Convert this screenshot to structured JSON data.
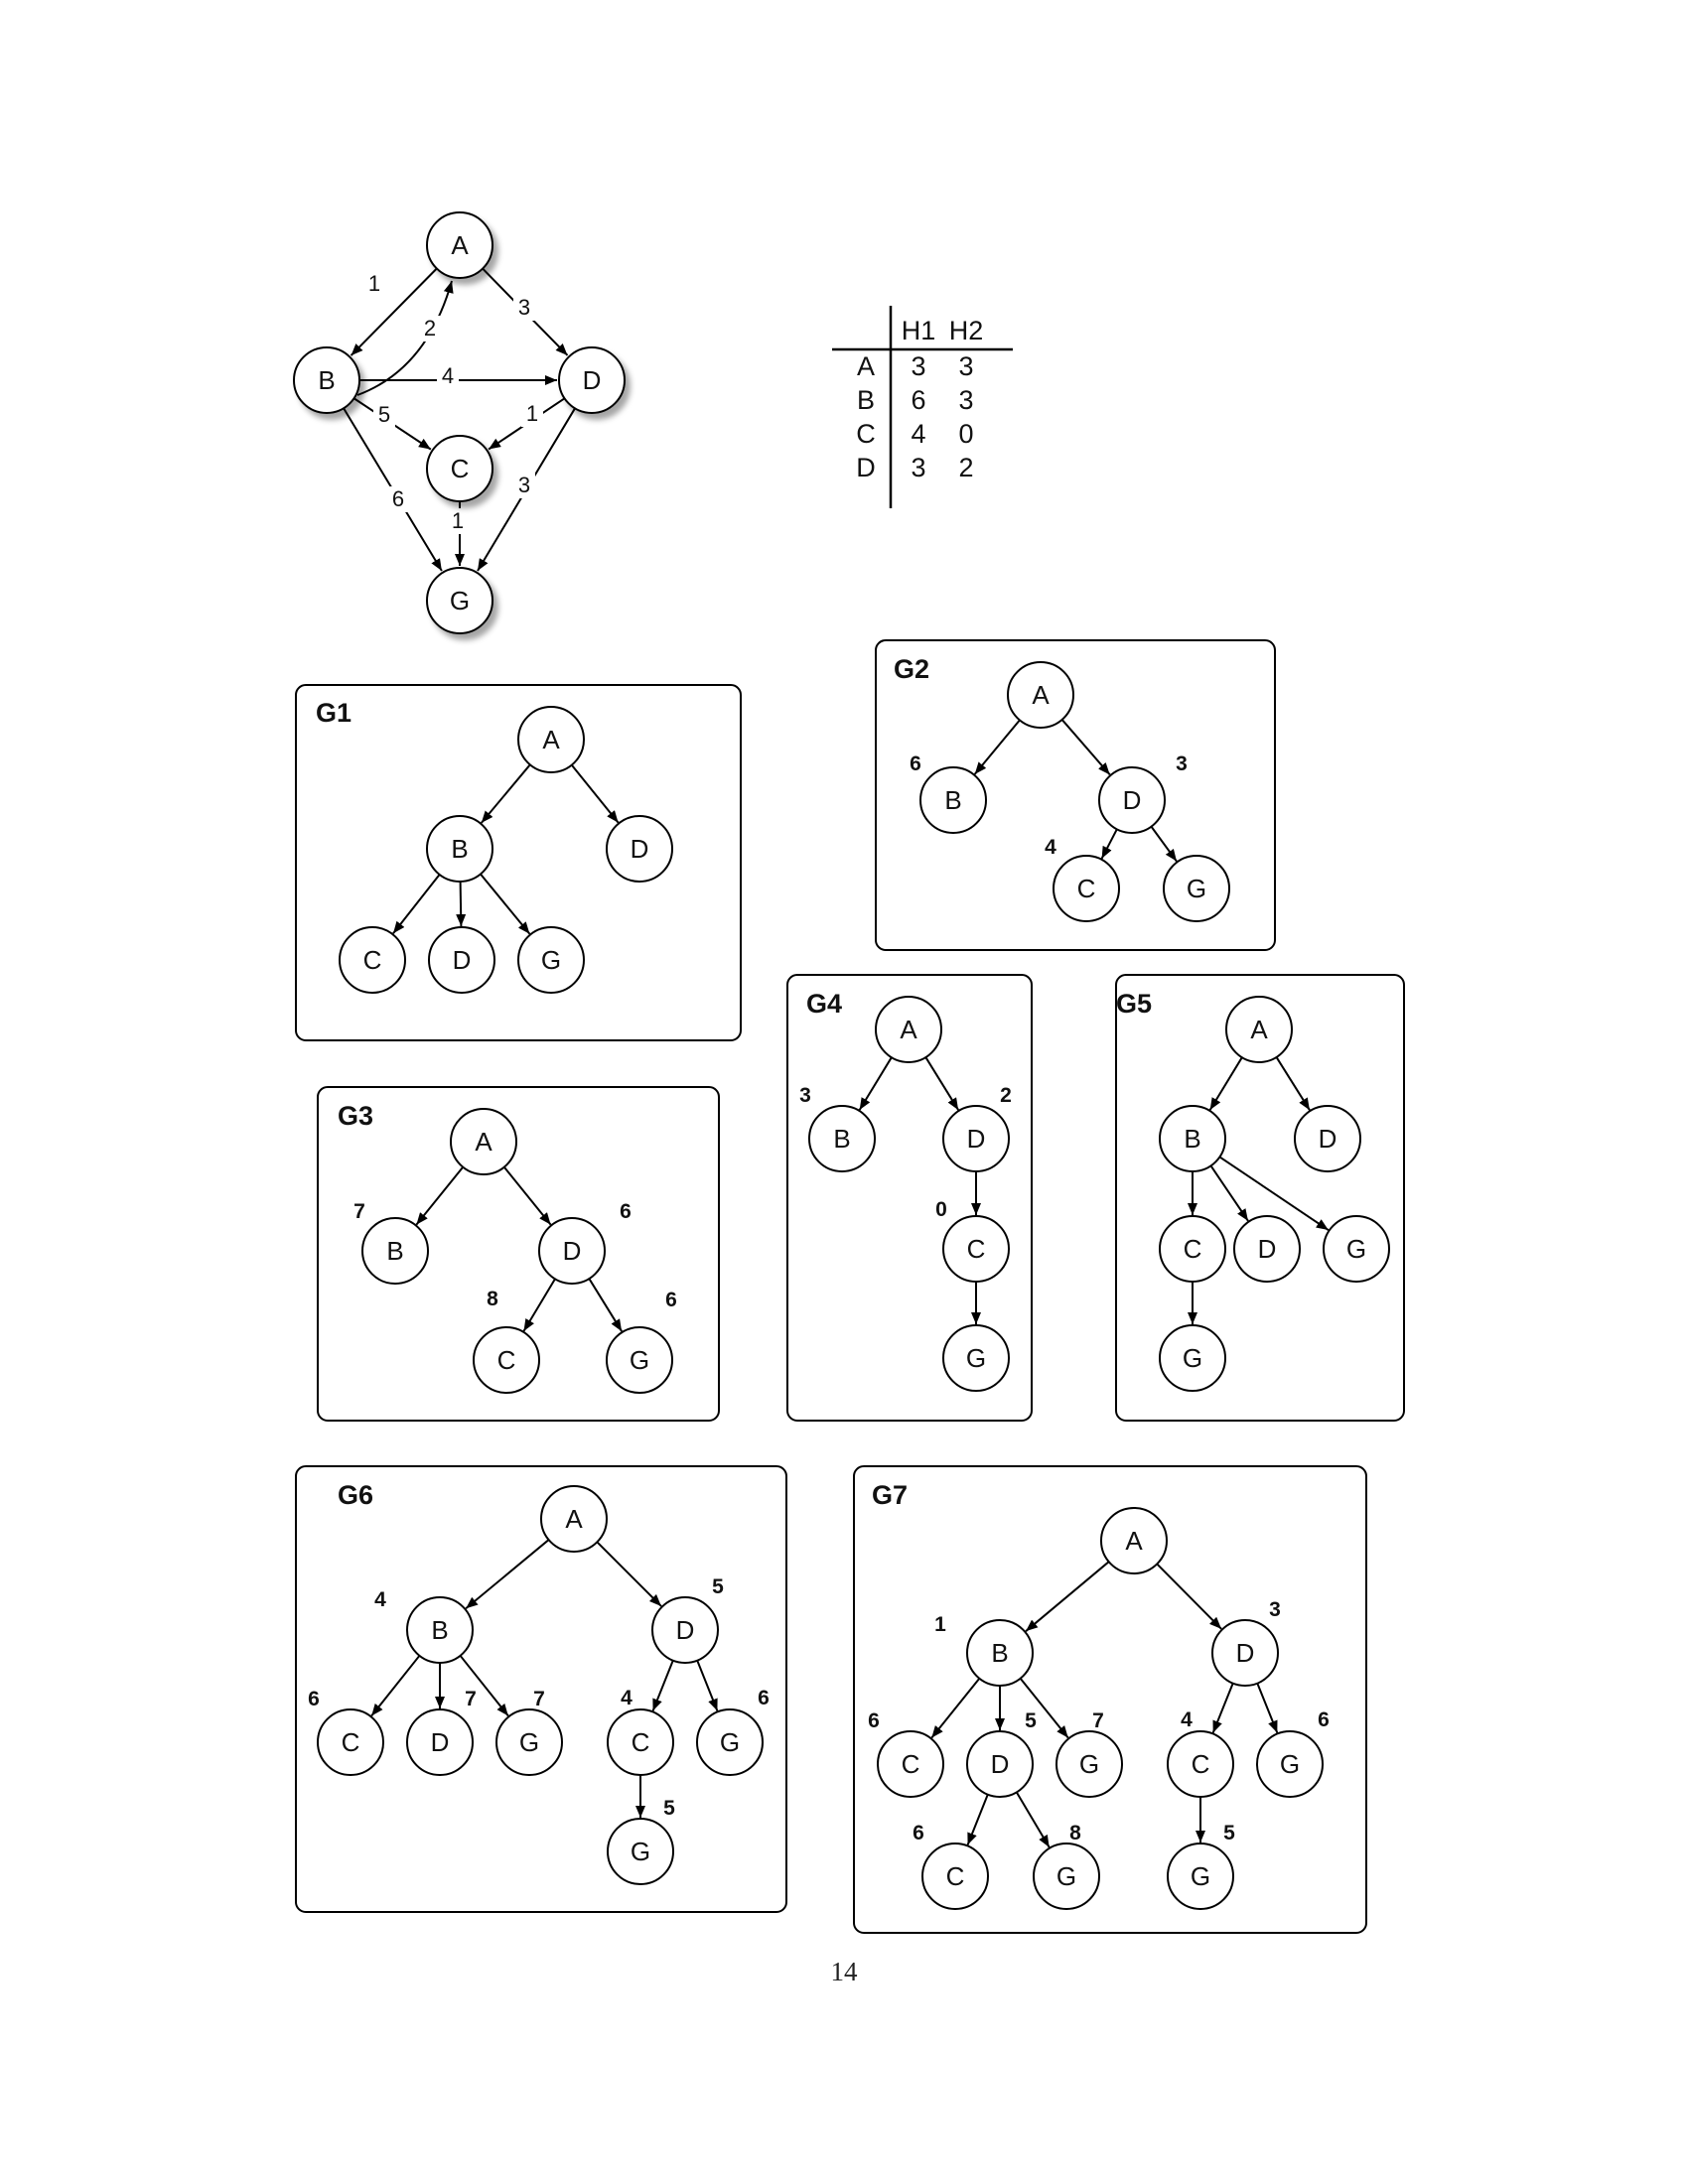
{
  "main_graph": {
    "nodes": [
      "A",
      "B",
      "C",
      "D",
      "G"
    ],
    "edges": [
      {
        "from": "A",
        "to": "B",
        "weight": "1"
      },
      {
        "from": "B",
        "to": "A",
        "weight": "2"
      },
      {
        "from": "A",
        "to": "D",
        "weight": "3"
      },
      {
        "from": "B",
        "to": "D",
        "weight": "4"
      },
      {
        "from": "B",
        "to": "C",
        "weight": "5"
      },
      {
        "from": "D",
        "to": "C",
        "weight": "1"
      },
      {
        "from": "B",
        "to": "G",
        "weight": "6"
      },
      {
        "from": "C",
        "to": "G",
        "weight": "1"
      },
      {
        "from": "D",
        "to": "G",
        "weight": "3"
      }
    ]
  },
  "heuristic_table": {
    "headers": [
      "",
      "H1",
      "H2"
    ],
    "rows": [
      [
        "A",
        "3",
        "3"
      ],
      [
        "B",
        "6",
        "3"
      ],
      [
        "C",
        "4",
        "0"
      ],
      [
        "D",
        "3",
        "2"
      ]
    ]
  },
  "panels": [
    {
      "title": "G1",
      "nodes": [
        {
          "id": "a",
          "label": "A"
        },
        {
          "id": "b",
          "label": "B"
        },
        {
          "id": "d",
          "label": "D"
        },
        {
          "id": "c",
          "label": "C"
        },
        {
          "id": "d2",
          "label": "D"
        },
        {
          "id": "g",
          "label": "G"
        }
      ],
      "edges": [
        [
          "a",
          "b"
        ],
        [
          "a",
          "d"
        ],
        [
          "b",
          "c"
        ],
        [
          "b",
          "d2"
        ],
        [
          "b",
          "g"
        ]
      ],
      "values": []
    },
    {
      "title": "G2",
      "nodes": [
        {
          "id": "a",
          "label": "A"
        },
        {
          "id": "b",
          "label": "B"
        },
        {
          "id": "d",
          "label": "D"
        },
        {
          "id": "c",
          "label": "C"
        },
        {
          "id": "g",
          "label": "G"
        }
      ],
      "edges": [
        [
          "a",
          "b"
        ],
        [
          "a",
          "d"
        ],
        [
          "d",
          "c"
        ],
        [
          "d",
          "g"
        ]
      ],
      "values": [
        {
          "node": "b",
          "value": "6"
        },
        {
          "node": "d",
          "value": "3"
        },
        {
          "node": "c",
          "value": "4"
        }
      ]
    },
    {
      "title": "G3",
      "nodes": [
        {
          "id": "a",
          "label": "A"
        },
        {
          "id": "b",
          "label": "B"
        },
        {
          "id": "d",
          "label": "D"
        },
        {
          "id": "c",
          "label": "C"
        },
        {
          "id": "g",
          "label": "G"
        }
      ],
      "edges": [
        [
          "a",
          "b"
        ],
        [
          "a",
          "d"
        ],
        [
          "d",
          "c"
        ],
        [
          "d",
          "g"
        ]
      ],
      "values": [
        {
          "node": "b",
          "value": "7"
        },
        {
          "node": "d",
          "value": "6"
        },
        {
          "node": "c",
          "value": "8"
        },
        {
          "node": "g",
          "value": "6"
        }
      ]
    },
    {
      "title": "G4",
      "nodes": [
        {
          "id": "a",
          "label": "A"
        },
        {
          "id": "b",
          "label": "B"
        },
        {
          "id": "d",
          "label": "D"
        },
        {
          "id": "c",
          "label": "C"
        },
        {
          "id": "g",
          "label": "G"
        }
      ],
      "edges": [
        [
          "a",
          "b"
        ],
        [
          "a",
          "d"
        ],
        [
          "d",
          "c"
        ],
        [
          "c",
          "g"
        ]
      ],
      "values": [
        {
          "node": "b",
          "value": "3"
        },
        {
          "node": "d",
          "value": "2"
        },
        {
          "node": "c",
          "value": "0"
        }
      ]
    },
    {
      "title": "G5",
      "nodes": [
        {
          "id": "a",
          "label": "A"
        },
        {
          "id": "b",
          "label": "B"
        },
        {
          "id": "d",
          "label": "D"
        },
        {
          "id": "c",
          "label": "C"
        },
        {
          "id": "d2",
          "label": "D"
        },
        {
          "id": "g",
          "label": "G"
        },
        {
          "id": "g2",
          "label": "G"
        }
      ],
      "edges": [
        [
          "a",
          "b"
        ],
        [
          "a",
          "d"
        ],
        [
          "b",
          "c"
        ],
        [
          "b",
          "d2"
        ],
        [
          "b",
          "g"
        ],
        [
          "c",
          "g2"
        ]
      ],
      "values": []
    },
    {
      "title": "G6",
      "nodes": [
        {
          "id": "a",
          "label": "A"
        },
        {
          "id": "b",
          "label": "B"
        },
        {
          "id": "d",
          "label": "D"
        },
        {
          "id": "c",
          "label": "C"
        },
        {
          "id": "d2",
          "label": "D"
        },
        {
          "id": "g",
          "label": "G"
        },
        {
          "id": "c2",
          "label": "C"
        },
        {
          "id": "g2",
          "label": "G"
        },
        {
          "id": "g3",
          "label": "G"
        }
      ],
      "edges": [
        [
          "a",
          "b"
        ],
        [
          "a",
          "d"
        ],
        [
          "b",
          "c"
        ],
        [
          "b",
          "d2"
        ],
        [
          "b",
          "g"
        ],
        [
          "d",
          "c2"
        ],
        [
          "d",
          "g2"
        ],
        [
          "c2",
          "g3"
        ]
      ],
      "values": [
        {
          "node": "b",
          "value": "4"
        },
        {
          "node": "d",
          "value": "5"
        },
        {
          "node": "c",
          "value": "6"
        },
        {
          "node": "d2",
          "value": "7"
        },
        {
          "node": "g",
          "value": "7"
        },
        {
          "node": "c2",
          "value": "4"
        },
        {
          "node": "g2",
          "value": "6"
        },
        {
          "node": "g3",
          "value": "5"
        }
      ]
    },
    {
      "title": "G7",
      "nodes": [
        {
          "id": "a",
          "label": "A"
        },
        {
          "id": "b",
          "label": "B"
        },
        {
          "id": "d",
          "label": "D"
        },
        {
          "id": "c",
          "label": "C"
        },
        {
          "id": "d2",
          "label": "D"
        },
        {
          "id": "g",
          "label": "G"
        },
        {
          "id": "c2",
          "label": "C"
        },
        {
          "id": "g2",
          "label": "G"
        },
        {
          "id": "c3",
          "label": "C"
        },
        {
          "id": "g3",
          "label": "G"
        },
        {
          "id": "g4",
          "label": "G"
        }
      ],
      "edges": [
        [
          "a",
          "b"
        ],
        [
          "a",
          "d"
        ],
        [
          "b",
          "c"
        ],
        [
          "b",
          "d2"
        ],
        [
          "b",
          "g"
        ],
        [
          "d",
          "c2"
        ],
        [
          "d",
          "g2"
        ],
        [
          "d2",
          "c3"
        ],
        [
          "d2",
          "g3"
        ],
        [
          "c2",
          "g4"
        ]
      ],
      "values": [
        {
          "node": "b",
          "value": "1"
        },
        {
          "node": "d",
          "value": "3"
        },
        {
          "node": "c",
          "value": "6"
        },
        {
          "node": "d2",
          "value": "5"
        },
        {
          "node": "g",
          "value": "7"
        },
        {
          "node": "c2",
          "value": "4"
        },
        {
          "node": "g2",
          "value": "6"
        },
        {
          "node": "c3",
          "value": "6"
        },
        {
          "node": "g3",
          "value": "8"
        },
        {
          "node": "g4",
          "value": "5"
        }
      ]
    }
  ],
  "page_number": "14"
}
